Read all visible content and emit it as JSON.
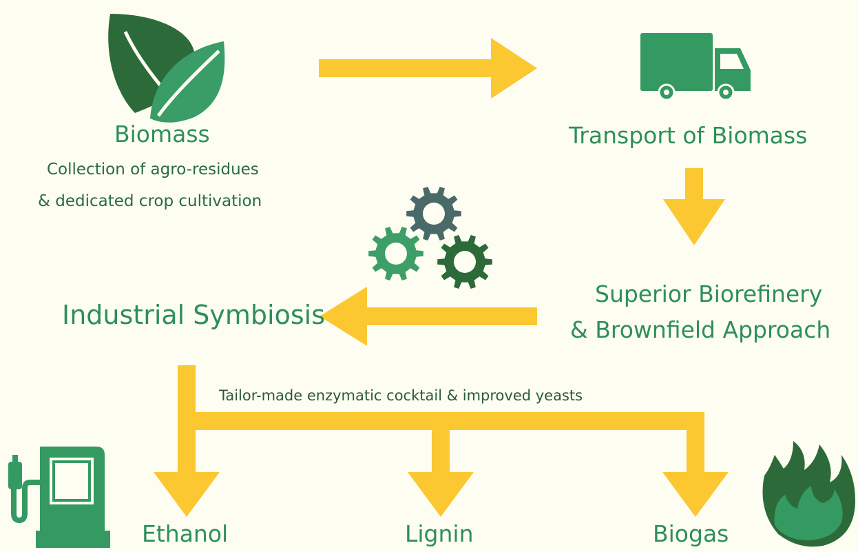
{
  "biomass": {
    "title": "Biomass",
    "line1": "Collection of agro-residues",
    "line2": "& dedicated crop cultivation"
  },
  "transport": {
    "title": "Transport of Biomass"
  },
  "biorefinery": {
    "line1": "Superior Biorefinery",
    "line2": "& Brownfield Approach"
  },
  "symbiosis": {
    "title": "Industrial Symbiosis"
  },
  "process_note": "Tailor-made enzymatic cocktail & improved yeasts",
  "outputs": {
    "ethanol": "Ethanol",
    "lignin": "Lignin",
    "biogas": "Biogas"
  },
  "colors": {
    "background": "#fdfdf2",
    "arrow": "#fbc832",
    "green_dark": "#2d6a3a",
    "green_mid": "#399a63",
    "text_green": "#2e8f58",
    "gear_gray": "#4a6a6a"
  },
  "icons": [
    "leaf-icon",
    "truck-icon",
    "gears-icon",
    "fuel-pump-icon",
    "flame-icon"
  ]
}
